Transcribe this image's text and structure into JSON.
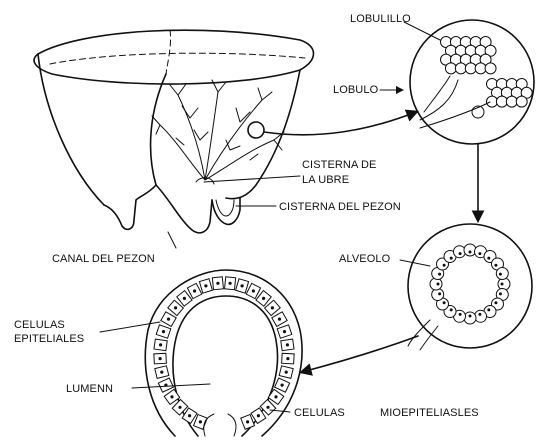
{
  "labels": {
    "lobulillo": "LOBULILLO",
    "lobulo": "LOBULO",
    "cisterna_ubre_line1": "CISTERNA DE",
    "cisterna_ubre_line2": "LA UBRE",
    "cisterna_pezon": "CISTERNA DEL PEZON",
    "canal_pezon": "CANAL DEL PEZON",
    "alveolo": "ALVEOLO",
    "celulas_epiteliales_line1": "CELULAS",
    "celulas_epiteliales_line2": "EPITELIALES",
    "lumen": "LUMENN",
    "celulas": "CELULAS",
    "mioepiteliales": "MIOEPITELIASLES"
  },
  "colors": {
    "ink": "#111111",
    "background": "#ffffff"
  }
}
